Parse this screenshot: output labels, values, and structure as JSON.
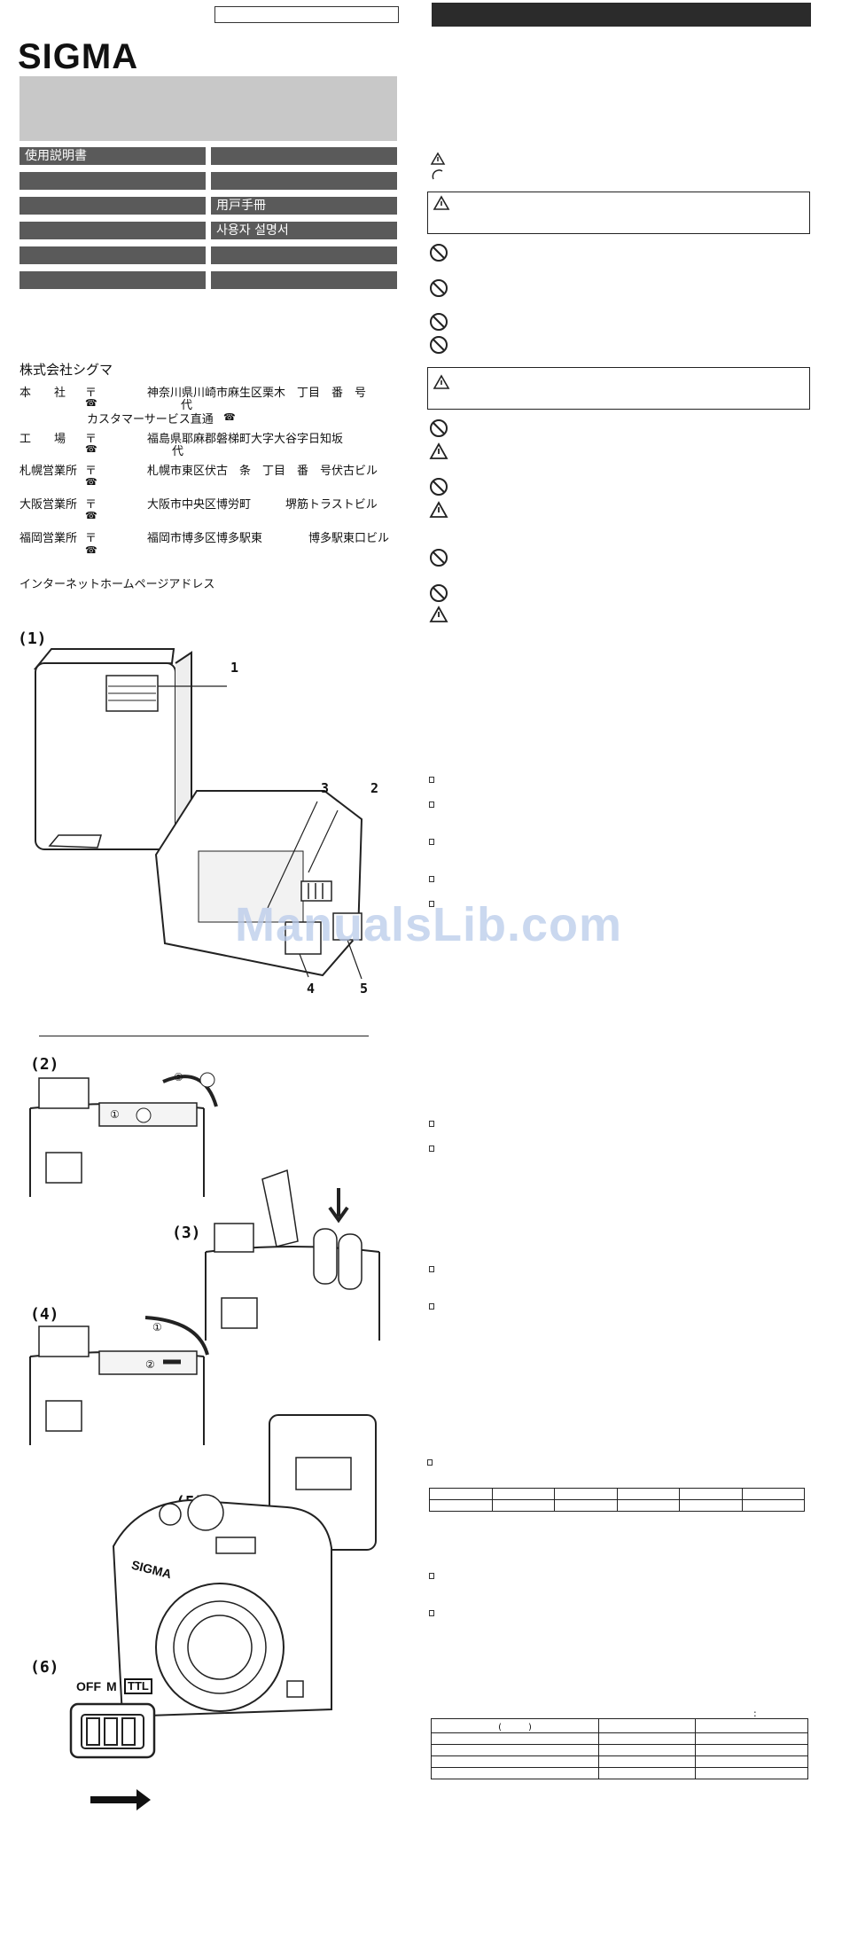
{
  "header": {
    "brand_logo": "SIGMA"
  },
  "languages": [
    "使用説明書",
    "",
    "",
    "用戸手冊",
    "",
    "사용자 설명서",
    "",
    "",
    "",
    ""
  ],
  "company": {
    "name": "株式会社シグマ",
    "offices": [
      {
        "label": "本　　社",
        "postal": "〒",
        "address": "神奈川県川崎市麻生区栗木　丁目　番　号",
        "line2": "代",
        "line3": "カスタマーサービス直通"
      },
      {
        "label": "工　　場",
        "postal": "〒",
        "address": "福島県耶麻郡磐梯町大字大谷字日知坂",
        "line2": "代"
      },
      {
        "label": "札幌営業所",
        "postal": "〒",
        "address": "札幌市東区伏古　条　丁目　番　号伏古ビル"
      },
      {
        "label": "大阪営業所",
        "postal": "〒",
        "address": "大阪市中央区博労町　　　堺筋トラストビル"
      },
      {
        "label": "福岡営業所",
        "postal": "〒",
        "address": "福岡市博多区博多駅東　　　　博多駅東口ビル"
      }
    ],
    "phone_icon": "☎",
    "internet": "インターネットホームページアドレス"
  },
  "figures": {
    "fig1": "(1)",
    "fig2": "(2)",
    "fig3": "(3)",
    "fig4": "(4)",
    "fig5": "(5)",
    "fig6": "(6)",
    "callouts": [
      "1",
      "2",
      "3",
      "4",
      "5"
    ],
    "steps": [
      "①",
      "②"
    ],
    "switch_labels": [
      "OFF",
      "M",
      "TTL"
    ]
  },
  "table_note": ":",
  "table2_header_paren": "(　　　)",
  "watermark": "ManualsLib.com",
  "icons": [
    "warning-triangle-icon",
    "prohibition-circle-icon",
    "phone-icon"
  ]
}
